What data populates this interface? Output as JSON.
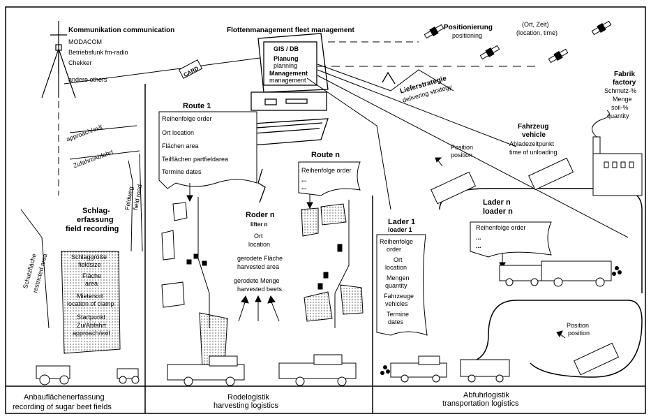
{
  "communication": {
    "title": "Kommunikation communication",
    "items": [
      "MODACOM",
      "Betriebsfunk  fm-radio",
      "Chekker",
      "andere others"
    ]
  },
  "fleet": {
    "title": "Flottenmanagement  fleet management",
    "screen": [
      "GIS / DB",
      "Planung",
      "planning",
      "Management",
      "management"
    ],
    "card": "CARD"
  },
  "positioning": {
    "title": [
      "Positionierung",
      "positioning"
    ],
    "info": [
      "(Ort, Zeit)",
      "(location, time)"
    ]
  },
  "factory": {
    "title": [
      "Fabrik",
      "factory"
    ],
    "items": [
      "Schmutz-%",
      "Menge",
      "soil-%",
      "quantity"
    ]
  },
  "strategy": [
    "Lieferstrategie",
    "delivering strategy"
  ],
  "vehicle": {
    "title": [
      "Fahrzeug",
      "vehicle"
    ],
    "items": [
      "Abladezeitpunkt",
      "time of unloading"
    ]
  },
  "route1": {
    "title": "Route 1",
    "items": [
      "Reihenfolge  order",
      "Ort  location",
      "Flächen  area",
      "Teilflächen  partfieldarea",
      "Termine  dates"
    ]
  },
  "routeN": {
    "title": "Route n",
    "items": [
      "Reihenfolge  order",
      "...",
      "..."
    ]
  },
  "lifter": {
    "title": "Roder n",
    "subtitle": "lifter n",
    "items": [
      "Ort",
      "location",
      "gerodete Fläche",
      "harvested area",
      "gerodete Menge",
      "harvested beets"
    ]
  },
  "loader1": {
    "title": "Lader 1",
    "subtitle": "loader 1",
    "items": [
      "Reihenfolge",
      "order",
      "Ort",
      "location",
      "Mengen",
      "quantity",
      "Fahrzeuge",
      "vehicles",
      "Termine",
      "dates"
    ]
  },
  "loaderN": {
    "title": "Lader n",
    "subtitle": "loader n",
    "items": [
      "Reihenfolge  order",
      "...",
      "..."
    ]
  },
  "field": {
    "title": [
      "Schlag-",
      "erfassung",
      "field recording"
    ],
    "items": [
      "Schlaggröße",
      "fieldsize",
      "Fläche",
      "area",
      "Mietenort",
      "location of clamp",
      "Startpunkt",
      "Zu/Abfahrt",
      "approach/exit"
    ],
    "road_labels": [
      "approach/exit",
      "Zufahrt/Abfahrt"
    ],
    "feldweg": [
      "Feldweg",
      "field road"
    ],
    "protected": [
      "Schutzfläche",
      "restricted area"
    ]
  },
  "position_labels": [
    [
      "Position",
      "position"
    ],
    [
      "Position",
      "position"
    ]
  ],
  "bottom": {
    "left": [
      "Anbauflächenerfassung",
      "recording of sugar beet fields"
    ],
    "middle": [
      "Rodelogistik",
      "harvesting logistics"
    ],
    "right": [
      "Abfuhrlogistik",
      "transportation logistics"
    ]
  }
}
